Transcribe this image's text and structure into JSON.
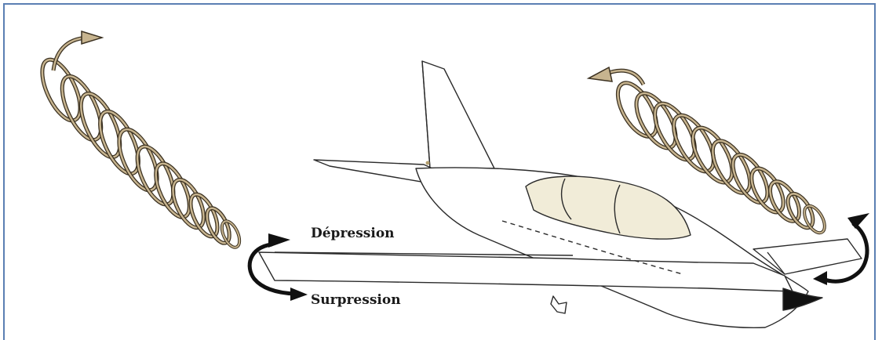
{
  "labels": {
    "depression": "Dépression",
    "surpression": "Surpression"
  },
  "colors": {
    "frame": "#5b7fb3",
    "vortex_outer": "#3a3020",
    "vortex_fill": "#c7b48f",
    "canopy": "#f1ecd8",
    "ink": "#1a1a1a"
  },
  "icons": {
    "left_vortex": "wingtip-vortex",
    "right_vortex": "wingtip-vortex",
    "aircraft": "low-wing-airplane",
    "rotation_arrows": "curved-arrow"
  }
}
